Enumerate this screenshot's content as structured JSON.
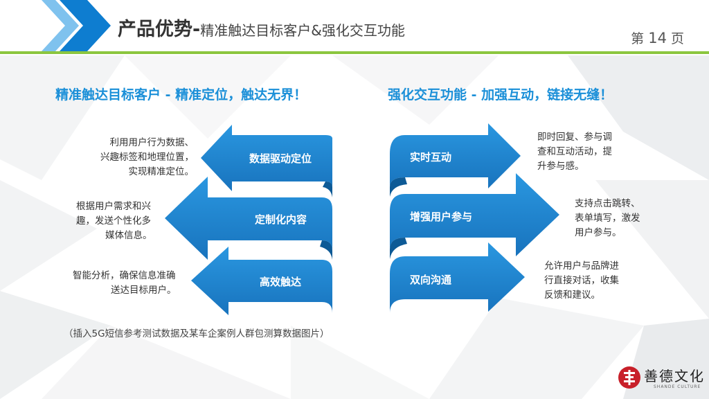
{
  "header": {
    "title_main": "产品优势-",
    "title_sub": "精准触达目标客户&强化交互功能",
    "page_prefix": "第",
    "page_number": "14",
    "page_suffix": "页"
  },
  "left": {
    "heading": "精准触达目标客户 - 精准定位，触达无界！",
    "arrows": [
      "数据驱动定位",
      "定制化内容",
      "高效触达"
    ],
    "descriptions": [
      [
        "利用用户行为数据、",
        "兴趣标签和地理位置，",
        "实现精准定位。"
      ],
      [
        "根据用户需求和兴",
        "趣，发送个性化多",
        "媒体信息。"
      ],
      [
        "智能分析，确保信息准确",
        "送达目标用户。"
      ]
    ],
    "note": "（插入5G短信参考测试数据及某车企案例人群包测算数据图片）"
  },
  "right": {
    "heading": "强化交互功能 - 加强互动，链接无缝！",
    "arrows": [
      "实时互动",
      "增强用户参与",
      "双向沟通"
    ],
    "descriptions": [
      [
        "即时回复、参与调",
        "查和互动活动，提",
        "升参与感。"
      ],
      [
        "支持点击跳转、",
        "表单填写，激发",
        "用户参与。"
      ],
      [
        "允许用户与品牌进",
        "行直接对话，收集",
        "反馈和建议。"
      ]
    ]
  },
  "logo": {
    "text": "善德文化",
    "subtext": "SHANDE CULTURE"
  },
  "colors": {
    "accent_blue": "#1a8fd8",
    "arrow_blue": "#1e88d2",
    "header_blue": "#0e7dd0",
    "green_line": "#8cc63f",
    "logo_red": "#c8202a"
  }
}
